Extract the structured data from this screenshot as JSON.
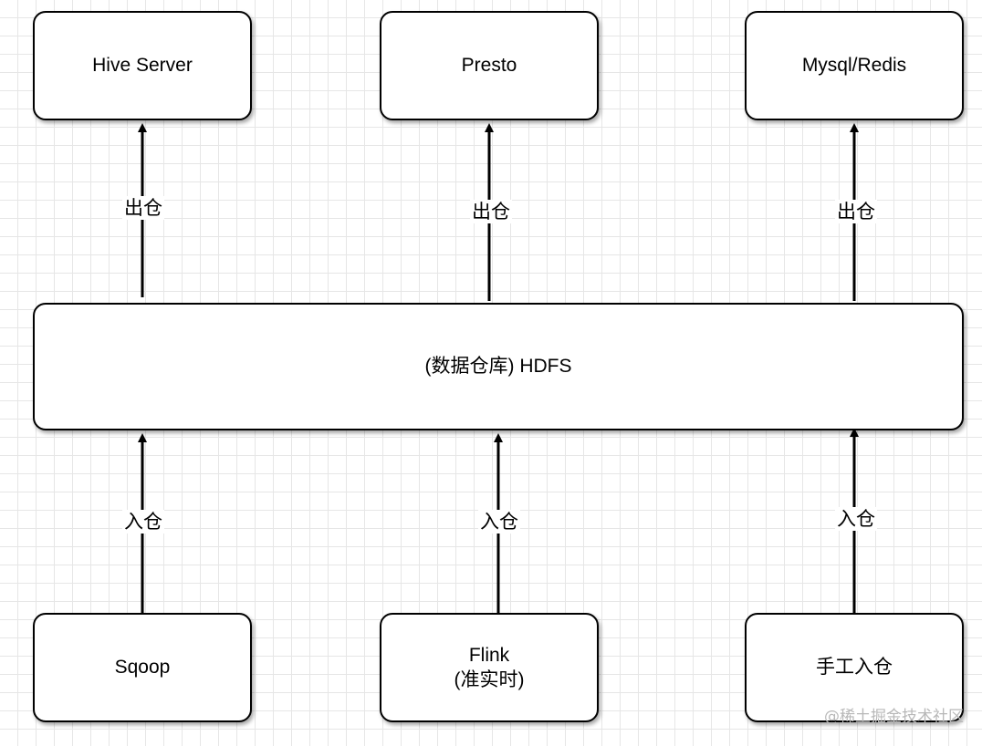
{
  "nodes": {
    "hive_server": {
      "label": "Hive Server"
    },
    "presto": {
      "label": "Presto"
    },
    "mysql_redis": {
      "label": "Mysql/Redis"
    },
    "hdfs": {
      "label": "(数据仓库) HDFS"
    },
    "sqoop": {
      "label": "Sqoop"
    },
    "flink": {
      "label_line1": "Flink",
      "label_line2": "(准实时)"
    },
    "manual": {
      "label": "手工入仓"
    }
  },
  "edges": {
    "out_hive": {
      "label": "出仓"
    },
    "out_presto": {
      "label": "出仓"
    },
    "out_mysql": {
      "label": "出仓"
    },
    "in_sqoop": {
      "label": "入仓"
    },
    "in_flink": {
      "label": "入仓"
    },
    "in_manual": {
      "label": "入仓"
    }
  },
  "watermark": "@稀土掘金技术社区"
}
